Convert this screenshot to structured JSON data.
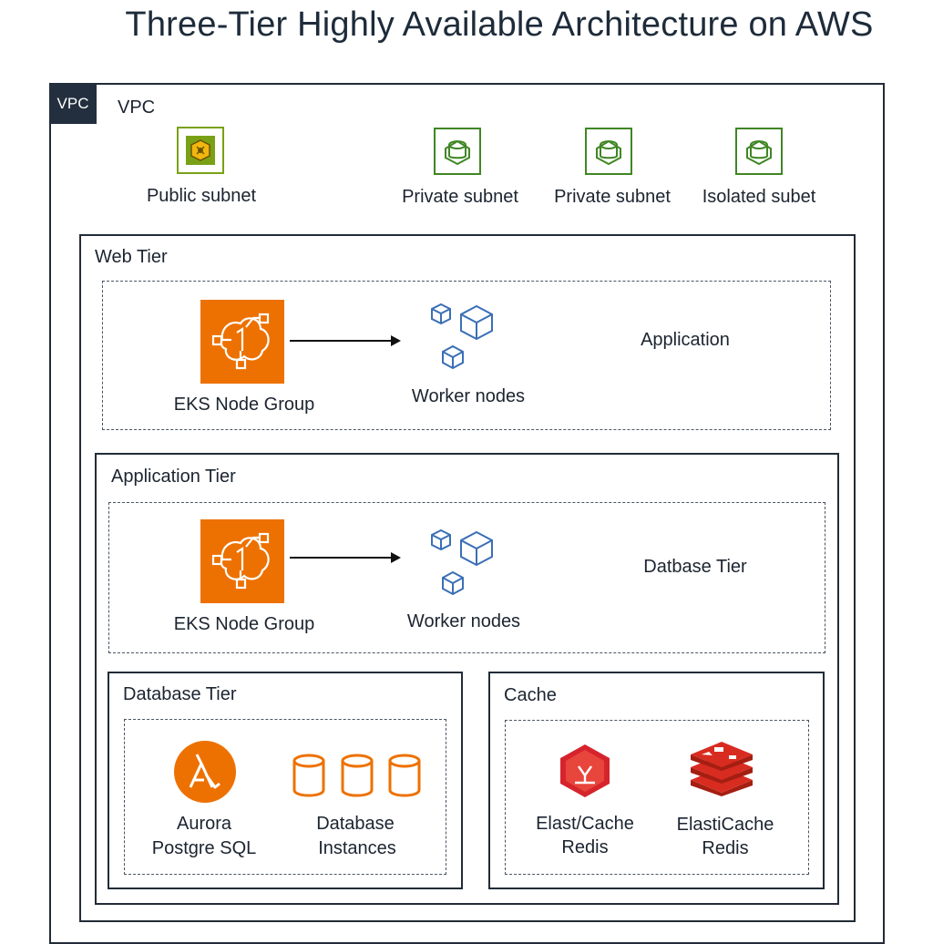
{
  "title": "Three-Tier Highly Available Architecture on AWS",
  "vpc": {
    "tab_label": "VPC",
    "label": "VPC",
    "subnets": [
      {
        "label": "Public subnet",
        "icon": "public-subnet-icon"
      },
      {
        "label": "Private subnet",
        "icon": "private-subnet-icon"
      },
      {
        "label": "Private subnet",
        "icon": "private-subnet-icon"
      },
      {
        "label": "Isolated subet",
        "icon": "isolated-subnet-icon"
      }
    ]
  },
  "web_tier": {
    "label": "Web Tier",
    "node_group_label": "EKS Node Group",
    "worker_label": "Worker nodes",
    "side_label": "Application"
  },
  "app_tier": {
    "label": "Application Tier",
    "node_group_label": "EKS Node Group",
    "worker_label": "Worker nodes",
    "side_label": "Datbase Tier"
  },
  "database_tier": {
    "label": "Database Tier",
    "aurora_line1": "Aurora",
    "aurora_line2": "Postgre SQL",
    "instances_line1": "Database",
    "instances_line2": "Instances"
  },
  "cache": {
    "label": "Cache",
    "item1_line1": "Elast/Cache",
    "item1_line2": "Redis",
    "item2_line1": "ElastiCache",
    "item2_line2": "Redis"
  },
  "colors": {
    "eks_orange": "#ed7100",
    "subnet_green": "#3f8624",
    "node_blue": "#3b6fb6",
    "redis_red": "#d6242d",
    "dark_navy": "#232f3e"
  }
}
